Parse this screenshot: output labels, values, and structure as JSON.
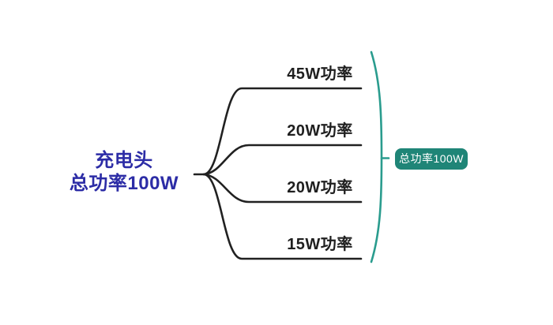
{
  "diagram": {
    "type": "mindmap-bracket",
    "root": {
      "line1": "充电头",
      "line2": "总功率100W"
    },
    "branches": [
      {
        "label": "45W功率"
      },
      {
        "label": "20W功率"
      },
      {
        "label": "20W功率"
      },
      {
        "label": "15W功率"
      }
    ],
    "badge": {
      "label": "总功率100W"
    },
    "colors": {
      "root_text": "#2c2ca6",
      "branch_line": "#212121",
      "branch_text": "#1f1f1f",
      "brace": "#2a9c8e",
      "badge_bg": "#1f8577",
      "badge_text": "#ffffff",
      "background": "#ffffff"
    }
  }
}
